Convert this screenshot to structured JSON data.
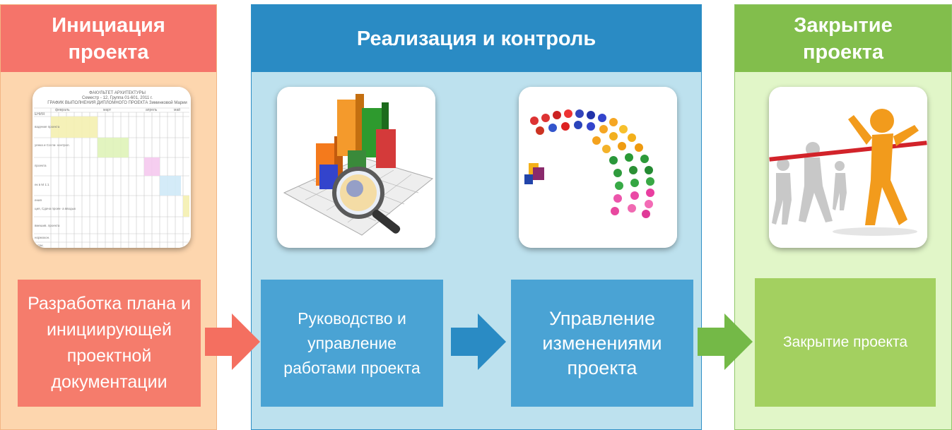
{
  "panels": {
    "initiation": {
      "title": "Инициация\nпроекта",
      "box_text": "Разработка плана и\nинициирующей\nпроектной\nдокументации",
      "image_icon": "gantt-schedule-document",
      "schedule_sheet": {
        "title_lines": [
          "ФАКУЛЬТЕТ АРХИТЕКТУРЫ",
          "Семестр - 12, Группа 01-601, 2011 г.",
          "ГРАФИК ВЫПОЛНЕНИЯ ДИПЛОМНОГО ПРОЕКТА Зиминковой Марии"
        ],
        "header_label": "ЕНИЯ",
        "months": [
          "февраль",
          "март",
          "апрель",
          "май"
        ],
        "row_labels": [
          "вадение проекта",
          "уенка и Согла- контрол.",
          "проекта",
          "ек в М 1:1",
          "ения",
          "ция, Сдача проек- а вводых",
          "вмешив. проекта",
          "нормокон.",
          "ентак."
        ]
      }
    },
    "implementation": {
      "title": "Реализация и контроль",
      "boxes": [
        {
          "text": "Руководство и\nуправление\nработами проекта",
          "image_icon": "bar-chart-magnifier-icon"
        },
        {
          "text": "Управление\nизменениями\nпроекта",
          "image_icon": "people-pawns-arc-icon"
        }
      ]
    },
    "closing": {
      "title": "Закрытие\nпроекта",
      "box_text": "Закрытие проекта",
      "image_icon": "finish-line-runner-icon"
    }
  },
  "arrows": [
    {
      "name": "arrow-to-implementation",
      "color": "#f46f60"
    },
    {
      "name": "arrow-between-steps",
      "color": "#2a8bc4"
    },
    {
      "name": "arrow-to-closing",
      "color": "#74b947"
    }
  ],
  "colors": {
    "initiation_header": "#f5746a",
    "initiation_bg": "#fdd6ae",
    "implementation_header": "#2a8bc4",
    "implementation_bg": "#bde1ee",
    "closing_header": "#82be4c",
    "closing_bg": "#e1f6c8"
  }
}
